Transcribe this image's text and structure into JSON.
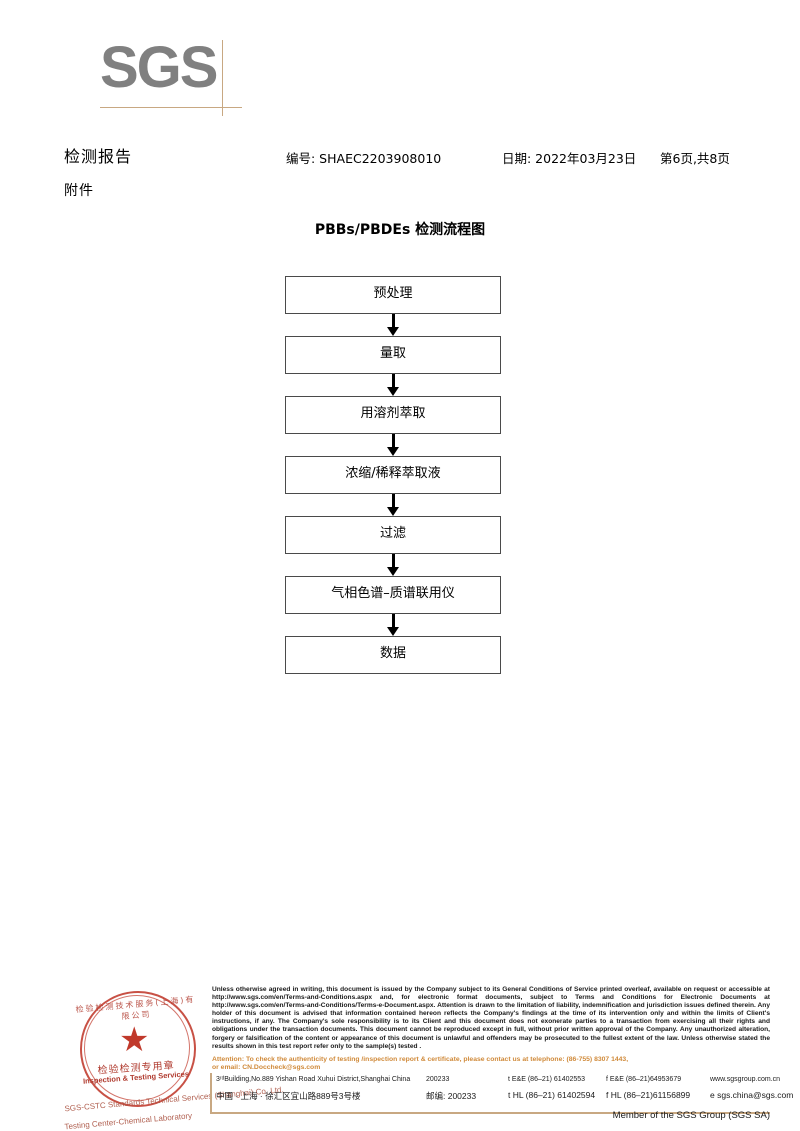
{
  "logo": {
    "text": "SGS"
  },
  "header": {
    "title": "检测报告",
    "subtitle": "附件",
    "report_no": "编号: SHAEC2203908010",
    "date": "日期: 2022年03月23日",
    "page": "第6页,共8页"
  },
  "flowchart": {
    "title": "PBBs/PBDEs 检测流程图",
    "nodes": [
      {
        "label": "预处理"
      },
      {
        "label": "量取"
      },
      {
        "label": "用溶剂萃取"
      },
      {
        "label": "浓缩/稀释萃取液"
      },
      {
        "label": "过滤"
      },
      {
        "label": "气相色谱–质谱联用仪"
      },
      {
        "label": "数据"
      }
    ]
  },
  "seal": {
    "arc_top": "检验检测技术服务(上海)有限公司",
    "cn_label": "检验检测专用章",
    "en_label": "Inspection & Testing Services",
    "overlay_line1": "SGS-CSTC Standards Technical Services (Shanghai) Co. Ltd.",
    "overlay_line2": "Testing Center-Chemical Laboratory",
    "star_glyph": "★"
  },
  "footer": {
    "legal_paragraph": "Unless otherwise agreed in writing, this document is issued by the Company subject to its General Conditions of Service printed overleaf, available on request or accessible at http://www.sgs.com/en/Terms-and-Conditions.aspx and, for electronic format documents, subject to Terms and Conditions for Electronic Documents at http://www.sgs.com/en/Terms-and-Conditions/Terms-e-Document.aspx. Attention is drawn to the limitation of liability, indemnification and jurisdiction issues defined therein. Any holder of this document is advised that information contained hereon reflects the Company's findings at the time of its intervention only and within the limits of Client's instructions, if any. The Company's sole responsibility is to its Client and this document does not exonerate parties to a transaction from exercising all their rights and obligations under the transaction documents. This document cannot be reproduced except in full, without prior written approval of the Company. Any unauthorized alteration, forgery or falsification of the content or appearance of this document is unlawful and offenders may be prosecuted to the fullest extent of the law. Unless otherwise stated the results shown in this test report refer only to the sample(s) tested .",
    "attention_line1": "Attention: To check the authenticity of testing /inspection report & certificate, please contact us at telephone: (86-755) 8307 1443,",
    "attention_line2": "or email: CN.Doccheck@sgs.com",
    "address_en": "3ʳᵈBuilding,No.889 Yishan Road Xuhui District,Shanghai China",
    "address_cn": "中国 · 上海 · 徐汇区宜山路889号3号楼",
    "zip_en": "200233",
    "zip_cn": "邮编: 200233",
    "tel_en_1": "t E&E (86–21) 61402553",
    "tel_en_2": "f E&E (86–21)64953679",
    "tel_cn_1": "t HL (86–21) 61402594",
    "tel_cn_2": "f HL (86–21)61156899",
    "web": "www.sgsgroup.com.cn",
    "email": "e  sgs.china@sgs.com",
    "member_line": "Member of the SGS Group (SGS SA)"
  },
  "colors": {
    "logo_gray": "#808080",
    "rule_tan": "#c8a882",
    "attention_orange": "#d08a3a",
    "seal_red": "#c0392b",
    "box_border": "#4a4a4a"
  }
}
